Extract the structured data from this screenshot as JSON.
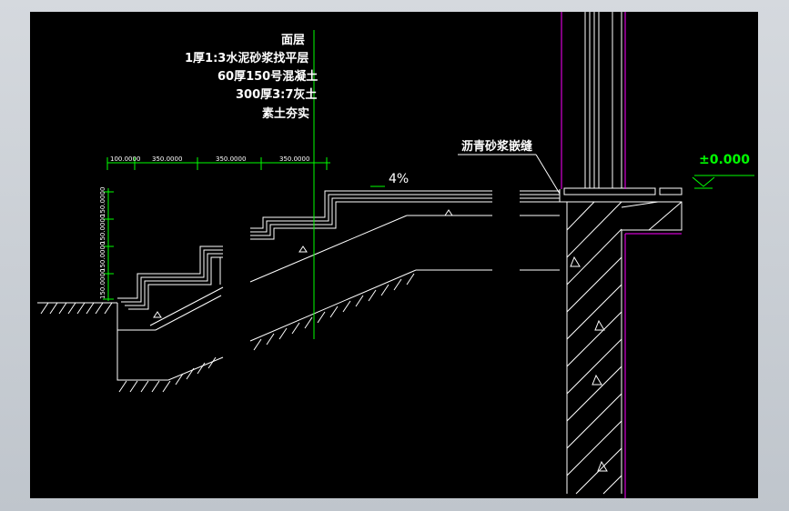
{
  "layers": {
    "surface": "面层",
    "leveling": "1厚1:3水泥砂浆找平层",
    "concrete": "60厚150号混凝土",
    "lime_soil": "300厚3:7灰土",
    "compacted": "素土夯实"
  },
  "joint_label": "沥青砂浆嵌缝",
  "slope": "4%",
  "elevation": "±0.000",
  "dims_h": [
    "100.0000",
    "350.0000",
    "350.0000",
    "350.0000"
  ],
  "dims_v": [
    "150.0000",
    "150.0000",
    "150.0000",
    "150.0000"
  ],
  "colors": {
    "line": "#ffffff",
    "dimension": "#00ff00",
    "wall": "#ff00ff",
    "background": "#000000"
  }
}
